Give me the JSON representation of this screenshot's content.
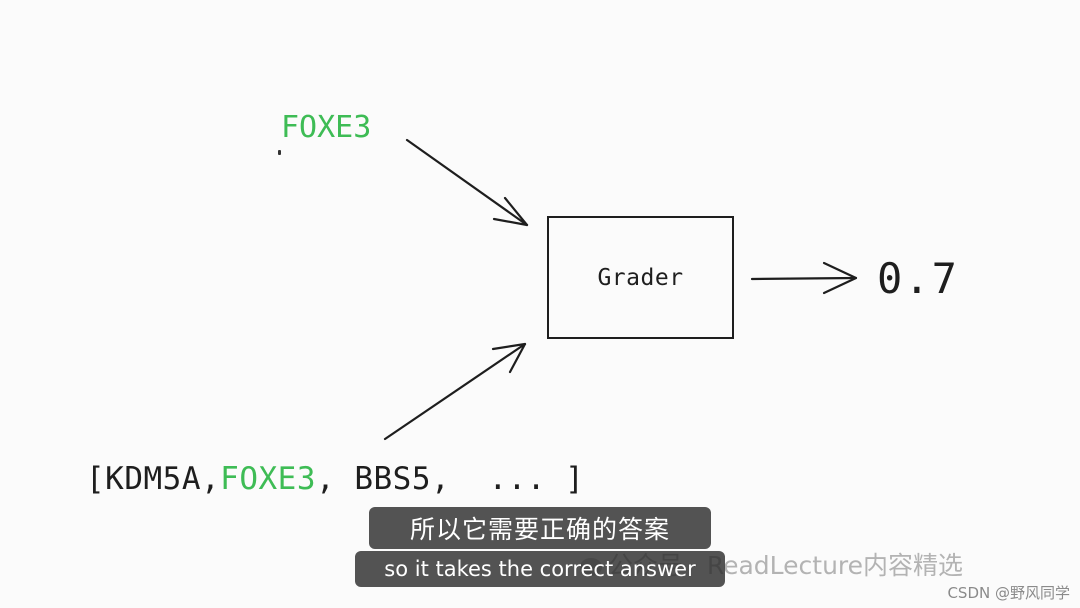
{
  "diagram": {
    "answer_label": "FOXE3",
    "grader_label": "Grader",
    "score": "0.7",
    "list": {
      "open": "[",
      "item1": "KDM5A",
      "sep1": ",",
      "item2": "FOXE3",
      "sep2": ", ",
      "item3": "BBS5",
      "sep3": ",  ",
      "ellipsis": "...",
      "close": " ]"
    },
    "colors": {
      "highlight": "#3ebc55",
      "ink": "#1e1e1e"
    }
  },
  "subtitles": {
    "chinese": "所以它需要正确的答案",
    "english": "so it takes the correct answer"
  },
  "watermark": {
    "text": "公众号 · ReadLecture内容精选",
    "credit": "CSDN @野风同学"
  }
}
